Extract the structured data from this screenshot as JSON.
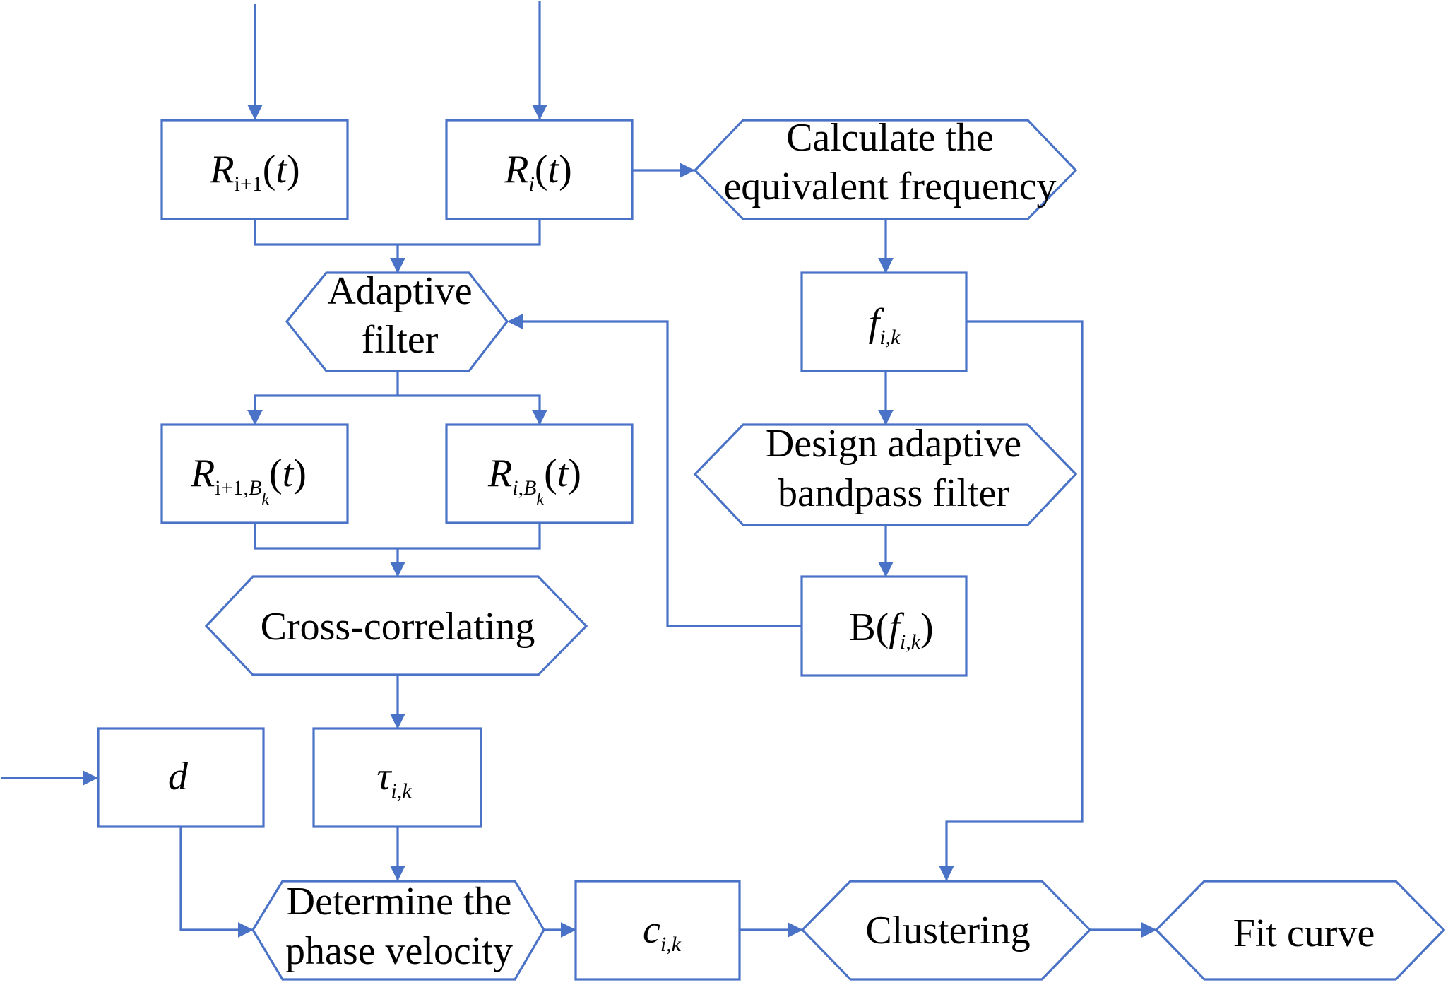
{
  "colors": {
    "line": "#4a72c6",
    "text": "#000000",
    "background": "#ffffff"
  },
  "nodes": {
    "r_next": {
      "shape": "rect",
      "label": "R_{i+1}(t)"
    },
    "r_i": {
      "shape": "rect",
      "label": "R_{i}(t)"
    },
    "calc_freq": {
      "shape": "hexagon",
      "lines": [
        "Calculate the",
        "equivalent frequency"
      ]
    },
    "adaptive": {
      "shape": "hexagon",
      "lines": [
        "Adaptive",
        "filter"
      ]
    },
    "f_ik": {
      "shape": "rect",
      "label": "f_{i,k}"
    },
    "design": {
      "shape": "hexagon",
      "lines": [
        "Design adaptive",
        "bandpass filter"
      ]
    },
    "r_next_b": {
      "shape": "rect",
      "label": "R_{i+1,B_k}(t)"
    },
    "r_i_b": {
      "shape": "rect",
      "label": "R_{i,B_k}(t)"
    },
    "cross": {
      "shape": "hexagon",
      "lines": [
        "Cross-correlating"
      ]
    },
    "b_f": {
      "shape": "rect",
      "label": "B(f_{i,k})"
    },
    "d": {
      "shape": "rect",
      "label": "d"
    },
    "tau": {
      "shape": "rect",
      "label": "τ_{i,k}"
    },
    "phase": {
      "shape": "hexagon",
      "lines": [
        "Determine the",
        "phase velocity"
      ]
    },
    "c_ik": {
      "shape": "rect",
      "label": "c_{i,k}"
    },
    "cluster": {
      "shape": "hexagon",
      "lines": [
        "Clustering"
      ]
    },
    "fit": {
      "shape": "hexagon",
      "lines": [
        "Fit curve"
      ]
    }
  },
  "edges": [
    {
      "from": "input",
      "to": "r_next"
    },
    {
      "from": "input",
      "to": "r_i"
    },
    {
      "from": "r_next",
      "to": "adaptive"
    },
    {
      "from": "r_i",
      "to": "adaptive"
    },
    {
      "from": "r_i",
      "to": "calc_freq"
    },
    {
      "from": "calc_freq",
      "to": "f_ik"
    },
    {
      "from": "f_ik",
      "to": "design"
    },
    {
      "from": "design",
      "to": "b_f"
    },
    {
      "from": "b_f",
      "to": "adaptive"
    },
    {
      "from": "adaptive",
      "to": "r_next_b"
    },
    {
      "from": "adaptive",
      "to": "r_i_b"
    },
    {
      "from": "r_next_b",
      "to": "cross"
    },
    {
      "from": "r_i_b",
      "to": "cross"
    },
    {
      "from": "cross",
      "to": "tau"
    },
    {
      "from": "input",
      "to": "d"
    },
    {
      "from": "tau",
      "to": "phase"
    },
    {
      "from": "d",
      "to": "phase"
    },
    {
      "from": "phase",
      "to": "c_ik"
    },
    {
      "from": "c_ik",
      "to": "cluster"
    },
    {
      "from": "f_ik",
      "to": "cluster"
    },
    {
      "from": "cluster",
      "to": "fit"
    }
  ]
}
